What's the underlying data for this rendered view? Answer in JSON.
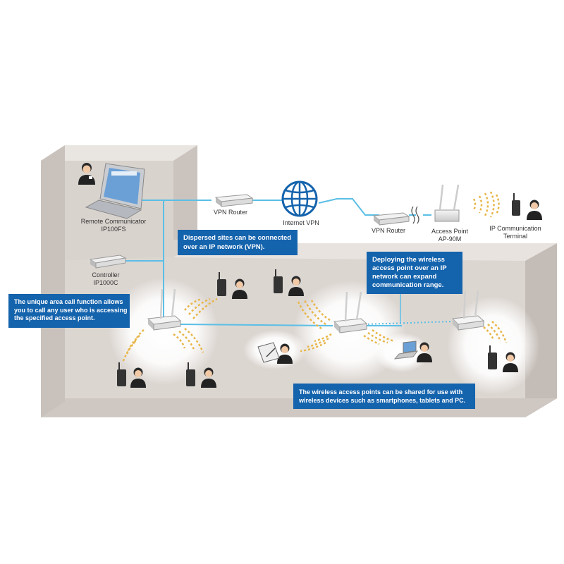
{
  "labels": {
    "remote_communicator": "Remote Communicator",
    "remote_communicator_model": "IP100FS",
    "controller": "Controller",
    "controller_model": "IP1000C",
    "vpn_router_left": "VPN Router",
    "internet_vpn": "Internet VPN",
    "vpn_router_right": "VPN Router",
    "access_point": "Access Point",
    "access_point_model": "AP-90M",
    "ip_terminal": "IP Communication",
    "ip_terminal_line2": "Terminal"
  },
  "callouts": {
    "vpn": [
      "Dispersed sites can be connected",
      "over an IP network (VPN)."
    ],
    "expand": [
      "Deploying the wireless",
      "access point over an IP",
      "network can expand",
      "communication range."
    ],
    "area_call": [
      "The unique area call function allows",
      "you to call any user who is accessing",
      "the specified access point."
    ],
    "shared": [
      "The wireless access points can be shared for use with",
      "wireless devices such as smartphones, tablets and PC."
    ]
  },
  "colors": {
    "accent": "#1463ad",
    "network_line": "#5bbfe6",
    "wave": "#e8b64a",
    "room": "#dcd6d1"
  }
}
